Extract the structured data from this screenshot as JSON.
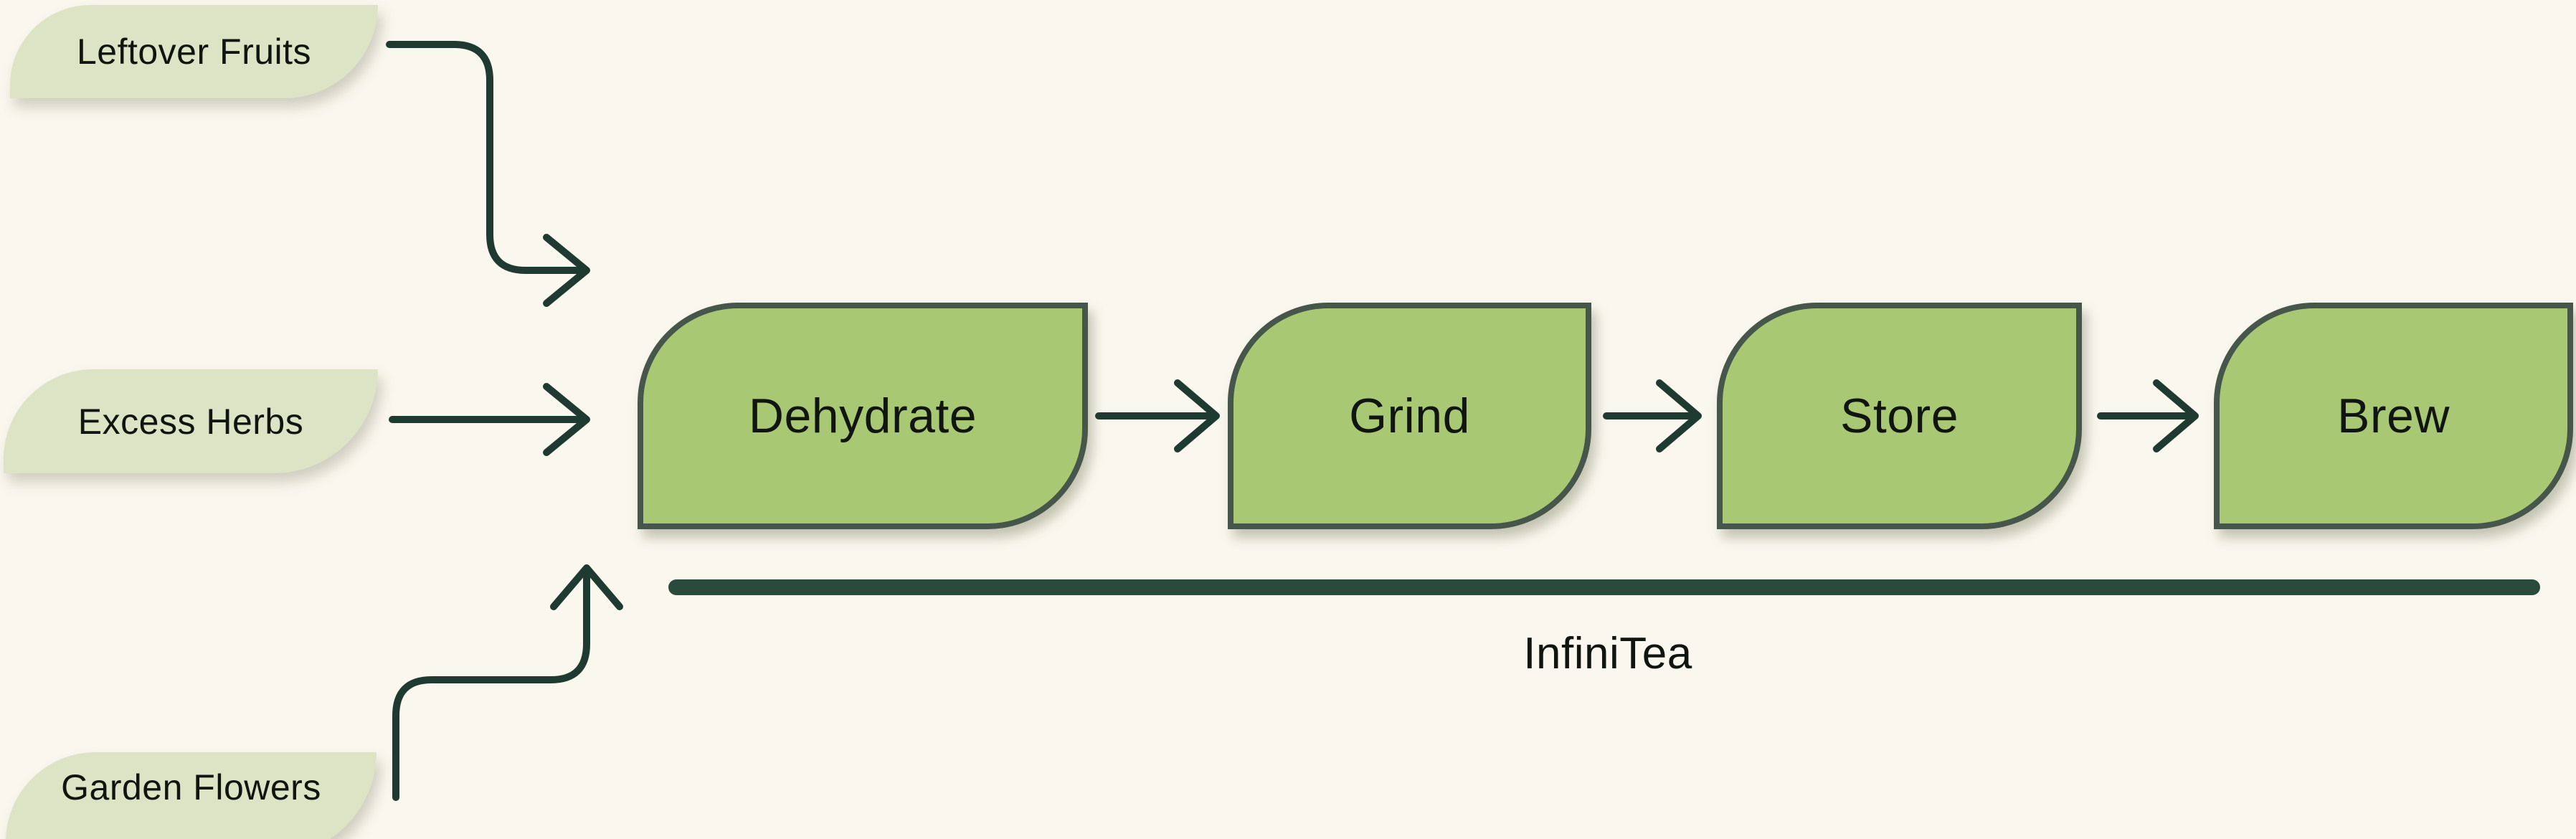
{
  "diagram": {
    "title": "InfiniTea",
    "inputs": [
      {
        "id": "leftover-fruits",
        "label": "Leftover Fruits"
      },
      {
        "id": "excess-herbs",
        "label": "Excess Herbs"
      },
      {
        "id": "garden-flowers",
        "label": "Garden Flowers"
      }
    ],
    "process_steps": [
      {
        "id": "dehydrate",
        "label": "Dehydrate"
      },
      {
        "id": "grind",
        "label": "Grind"
      },
      {
        "id": "store",
        "label": "Store"
      },
      {
        "id": "brew",
        "label": "Brew"
      }
    ],
    "colors": {
      "background": "#FAF7EE",
      "input_leaf_fill": "#DDE4C5",
      "step_leaf_fill": "#A9C873",
      "step_leaf_stroke": "#46564A",
      "connector": "#1F3B31",
      "baseline_bar": "#2A4A3C",
      "text": "#10150F"
    }
  }
}
